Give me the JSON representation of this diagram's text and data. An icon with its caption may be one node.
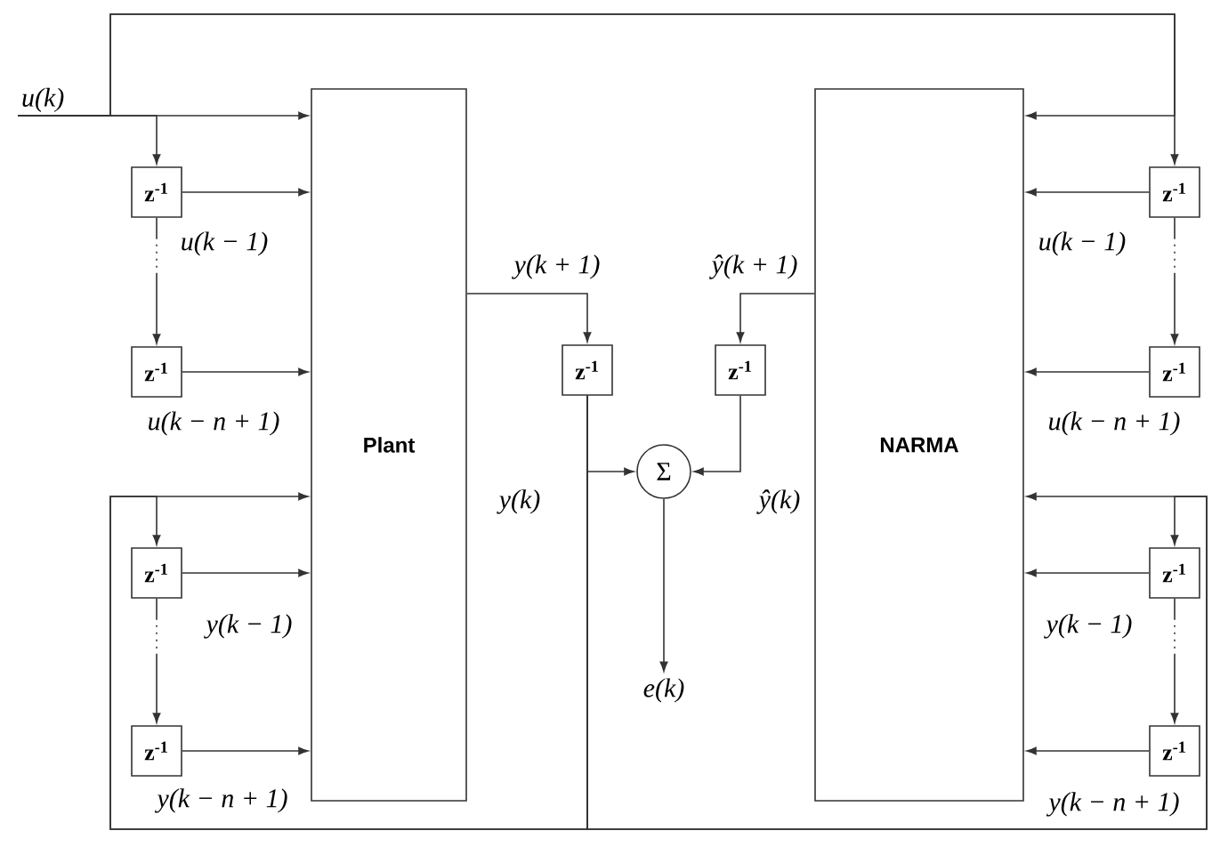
{
  "diagram": {
    "nodes": [
      {
        "text": [
          "Plant"
        ]
      },
      {
        "text": [
          "NARMA"
        ]
      },
      {
        "text": [
          "z$^{-1}$"
        ]
      },
      {
        "text": [
          "z$^{-1}$"
        ]
      },
      {
        "text": [
          "z$^{-1}$"
        ]
      },
      {
        "text": [
          "z$^{-1}$"
        ]
      },
      {
        "text": [
          "z$^{-1}$"
        ]
      },
      {
        "text": [
          "z$^{-1}$"
        ]
      },
      {
        "text": [
          "Σ"
        ]
      },
      {
        "text": [
          "z$^{-1}$"
        ]
      },
      {
        "text": [
          "z$^{-1}$"
        ]
      },
      {
        "text": [
          "z$^{-1}$"
        ]
      },
      {
        "text": [
          "z$^{-1}$"
        ]
      },
      {
        "text": [
          "e(k)"
        ]
      },
      {
        "text": [
          "u(k)"
        ]
      }
    ],
    "edges": [
      {
        "from": 14,
        "to": 0,
        "arrow": "to"
      },
      {
        "from": 14,
        "to": 2,
        "arrow": "to"
      },
      {
        "from": 2,
        "to": 0,
        "arrow": "to"
      },
      {
        "from": 2,
        "to": 3,
        "arrow": "to",
        "style": "dashed"
      },
      {
        "from": 3,
        "to": 0,
        "arrow": "to"
      },
      {
        "from": 14,
        "to": 1,
        "arrow": "to"
      },
      {
        "from": 14,
        "to": 9,
        "arrow": "to"
      },
      {
        "from": 9,
        "to": 1,
        "arrow": "to"
      },
      {
        "from": 9,
        "to": 10,
        "arrow": "to",
        "style": "dashed"
      },
      {
        "from": 10,
        "to": 1,
        "arrow": "to"
      },
      {
        "from": 0,
        "to": 6,
        "arrow": "to"
      },
      {
        "from": 6,
        "to": 8,
        "arrow": "to"
      },
      {
        "from": 6,
        "to": 0,
        "arrow": "to"
      },
      {
        "from": 6,
        "to": 4,
        "arrow": "to"
      },
      {
        "from": 6,
        "to": 1,
        "arrow": "to"
      },
      {
        "from": 6,
        "to": 11,
        "arrow": "to"
      },
      {
        "from": 4,
        "to": 0,
        "arrow": "to"
      },
      {
        "from": 4,
        "to": 5,
        "arrow": "to",
        "style": "dashed"
      },
      {
        "from": 5,
        "to": 0,
        "arrow": "to"
      },
      {
        "from": 11,
        "to": 1,
        "arrow": "to"
      },
      {
        "from": 11,
        "to": 12,
        "arrow": "to",
        "style": "dashed"
      },
      {
        "from": 12,
        "to": 1,
        "arrow": "to"
      },
      {
        "from": 1,
        "to": 7,
        "arrow": "to"
      },
      {
        "from": 7,
        "to": 8,
        "arrow": "to"
      },
      {
        "from": 8,
        "to": 13,
        "arrow": "to"
      }
    ],
    "labels": [
      "u(k − 1)",
      "u(k − 1)",
      "y(k + 1)",
      "ŷ(k + 1)",
      "u(k − n + 1)",
      "u(k − n + 1)",
      "y(k)",
      "ŷ(k)",
      "y(k − 1)",
      "y(k − 1)",
      "y(k − n + 1)",
      "y(k − n + 1)"
    ]
  }
}
